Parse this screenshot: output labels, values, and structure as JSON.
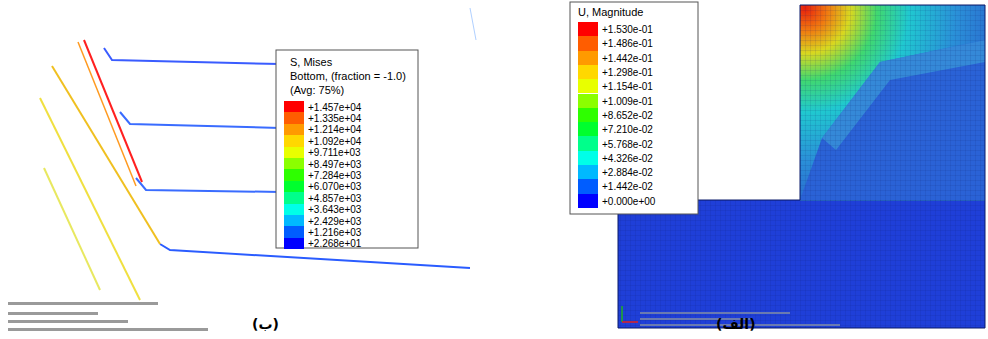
{
  "diagram": {
    "labels": [
      "S, Mises",
      "Bottom, (fraction = -1.0)",
      "(Avg: 75%)",
      "U, Magnitude",
      "(ب)",
      "(الف)"
    ],
    "legend": [
      {
        "text": "+1.457e+04",
        "color": "#ff0000"
      },
      {
        "text": "+1.335e+04",
        "color": "#ff5d00"
      },
      {
        "text": "+1.214e+04",
        "color": "#ff9a00"
      },
      {
        "text": "+1.092e+04",
        "color": "#ffd800"
      },
      {
        "text": "+9.711e+03",
        "color": "#e8ff00"
      },
      {
        "text": "+8.497e+03",
        "color": "#8bff00"
      },
      {
        "text": "+7.284e+03",
        "color": "#2eff00"
      },
      {
        "text": "+6.070e+03",
        "color": "#00ff2e"
      },
      {
        "text": "+4.857e+03",
        "color": "#00ff8b"
      },
      {
        "text": "+3.643e+03",
        "color": "#00ffe8"
      },
      {
        "text": "+2.429e+03",
        "color": "#00b9ff"
      },
      {
        "text": "+1.216e+03",
        "color": "#005dff"
      },
      {
        "text": "+2.268e+01",
        "color": "#0000ff"
      },
      {
        "text": "+1.530e-01",
        "color": "#ff0000"
      },
      {
        "text": "+1.486e-01",
        "color": "#ff5d00"
      },
      {
        "text": "+1.442e-01",
        "color": "#ff9a00"
      },
      {
        "text": "+1.298e-01",
        "color": "#ffd800"
      },
      {
        "text": "+1.154e-01",
        "color": "#e8ff00"
      },
      {
        "text": "+1.009e-01",
        "color": "#8bff00"
      },
      {
        "text": "+8.652e-02",
        "color": "#2eff00"
      },
      {
        "text": "+7.210e-02",
        "color": "#00ff2e"
      },
      {
        "text": "+5.768e-02",
        "color": "#00ff8b"
      },
      {
        "text": "+4.326e-02",
        "color": "#00ffe8"
      },
      {
        "text": "+2.884e-02",
        "color": "#00b9ff"
      },
      {
        "text": "+1.442e-02",
        "color": "#005dff"
      },
      {
        "text": "+0.000e+00",
        "color": "#0000ff"
      }
    ]
  }
}
